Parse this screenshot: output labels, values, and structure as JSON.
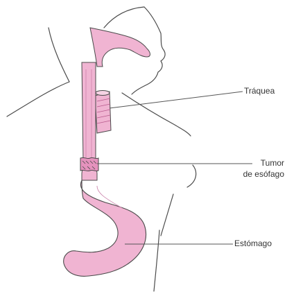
{
  "labels": {
    "trachea": "Tráquea",
    "tumor_line1": "Tumor",
    "tumor_line2": "de esófago",
    "stomach": "Estómago"
  },
  "colors": {
    "organ_fill": "#f0b4d2",
    "organ_fill_dark": "#e592bd",
    "outline": "#4a4a4a",
    "leader_line": "#555555"
  }
}
